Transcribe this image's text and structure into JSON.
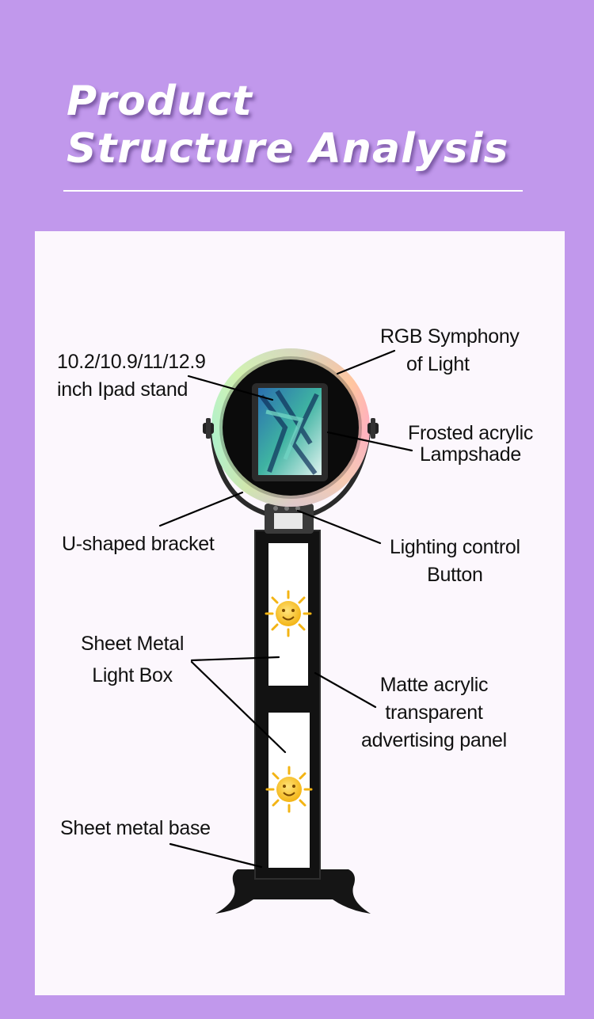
{
  "header": {
    "title_line1": "Product",
    "title_line2": "Structure Analysis"
  },
  "labels": {
    "ipad_stand": {
      "line1": "10.2/10.9/11/12.9",
      "line2": "inch Ipad stand"
    },
    "rgb_light": {
      "line1": "RGB Symphony",
      "line2": "of  Light"
    },
    "lampshade": {
      "line1": "Frosted acrylic",
      "line2": "Lampshade"
    },
    "bracket": {
      "line1": "U-shaped bracket"
    },
    "lighting_button": {
      "line1": "Lighting control",
      "line2": "Button"
    },
    "light_box": {
      "line1": "Sheet Metal",
      "line2": "Light Box"
    },
    "ad_panel": {
      "line1": "Matte acrylic",
      "line2": "transparent",
      "line3": "advertising panel"
    },
    "base": {
      "line1": "Sheet metal base"
    }
  },
  "colors": {
    "background": "#c198ec",
    "panel": "#fcf7fd",
    "frame": "#111111",
    "sun": "#f7c21c"
  },
  "icons": [
    "sun-icon",
    "knob-icon"
  ]
}
